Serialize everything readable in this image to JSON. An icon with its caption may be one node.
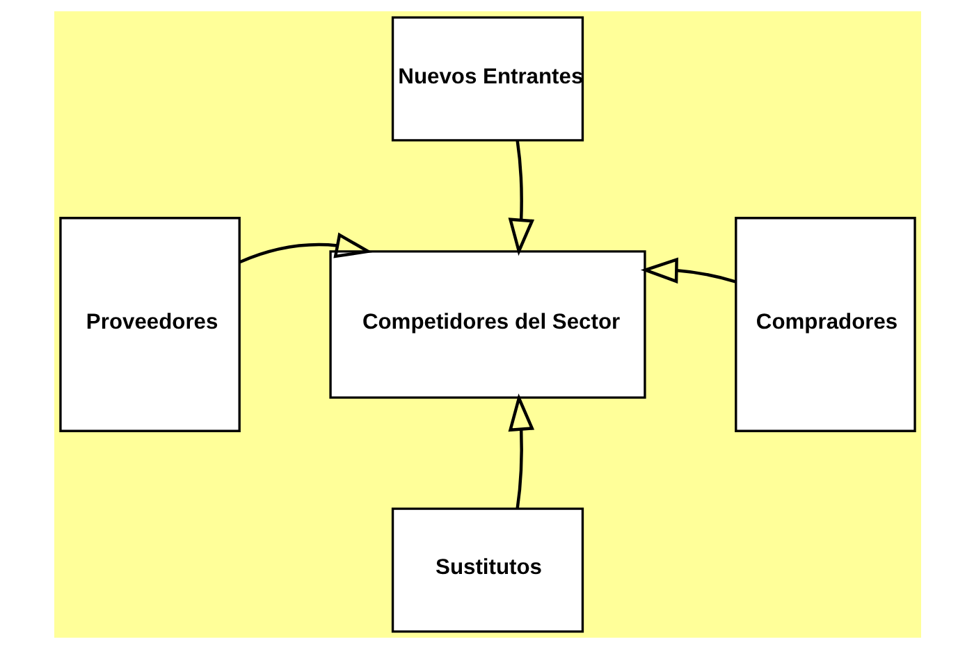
{
  "diagram": {
    "nodes": [
      {
        "text": [
          "Nuevos Entrantes"
        ]
      },
      {
        "text": [
          "Proveedores"
        ]
      },
      {
        "text": [
          "Competidores del Sector"
        ]
      },
      {
        "text": [
          "Compradores"
        ]
      },
      {
        "text": [
          "Sustitutos"
        ]
      }
    ],
    "edges": [
      {
        "from": 0,
        "to": 2,
        "arrow": "to"
      },
      {
        "from": 1,
        "to": 2,
        "arrow": "to"
      },
      {
        "from": 3,
        "to": 2,
        "arrow": "to"
      },
      {
        "from": 4,
        "to": 2,
        "arrow": "to"
      }
    ]
  }
}
